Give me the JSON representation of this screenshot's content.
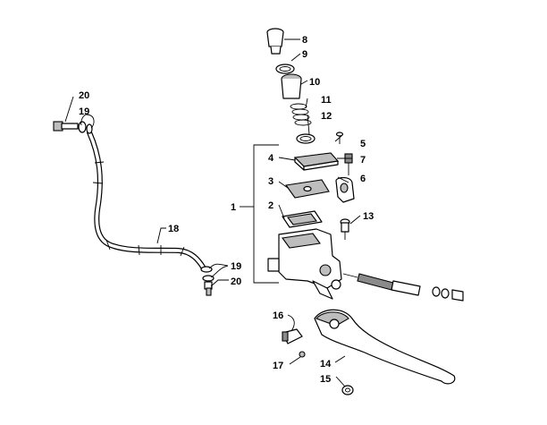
{
  "callouts": [
    {
      "id": "1",
      "label": "1"
    },
    {
      "id": "2",
      "label": "2"
    },
    {
      "id": "3",
      "label": "3"
    },
    {
      "id": "4",
      "label": "4"
    },
    {
      "id": "5",
      "label": "5"
    },
    {
      "id": "6",
      "label": "6"
    },
    {
      "id": "7",
      "label": "7"
    },
    {
      "id": "8",
      "label": "8"
    },
    {
      "id": "9",
      "label": "9"
    },
    {
      "id": "10",
      "label": "10"
    },
    {
      "id": "11",
      "label": "11"
    },
    {
      "id": "12",
      "label": "12"
    },
    {
      "id": "13",
      "label": "13"
    },
    {
      "id": "14",
      "label": "14"
    },
    {
      "id": "15",
      "label": "15"
    },
    {
      "id": "16",
      "label": "16"
    },
    {
      "id": "17",
      "label": "17"
    },
    {
      "id": "18",
      "label": "18"
    },
    {
      "id": "19a",
      "label": "19"
    },
    {
      "id": "19b",
      "label": "19"
    },
    {
      "id": "20a",
      "label": "20"
    },
    {
      "id": "20b",
      "label": "20"
    }
  ]
}
